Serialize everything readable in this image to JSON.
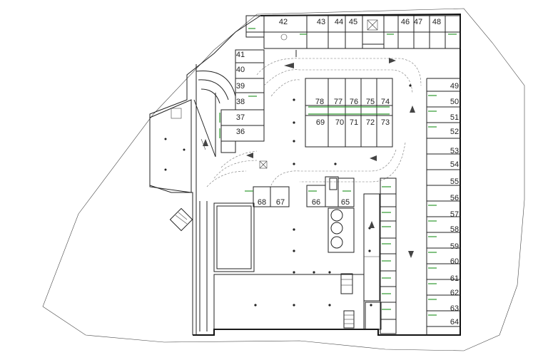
{
  "spaces": {
    "top": [
      "42",
      "43",
      "44",
      "45",
      "46",
      "47",
      "48"
    ],
    "left": [
      "41",
      "40",
      "39",
      "38",
      "37",
      "36"
    ],
    "island_top": [
      "78",
      "77",
      "76",
      "75",
      "74"
    ],
    "island_bottom": [
      "69",
      "70",
      "71",
      "72",
      "73"
    ],
    "right": [
      "49",
      "50",
      "51",
      "52",
      "53",
      "54",
      "55",
      "56",
      "57",
      "58",
      "59",
      "60",
      "61",
      "62",
      "63",
      "64"
    ],
    "middle": [
      "68",
      "67",
      "66",
      "65"
    ]
  },
  "colors": {
    "wall": "#222222",
    "green_marker": "#2e9a2e"
  }
}
